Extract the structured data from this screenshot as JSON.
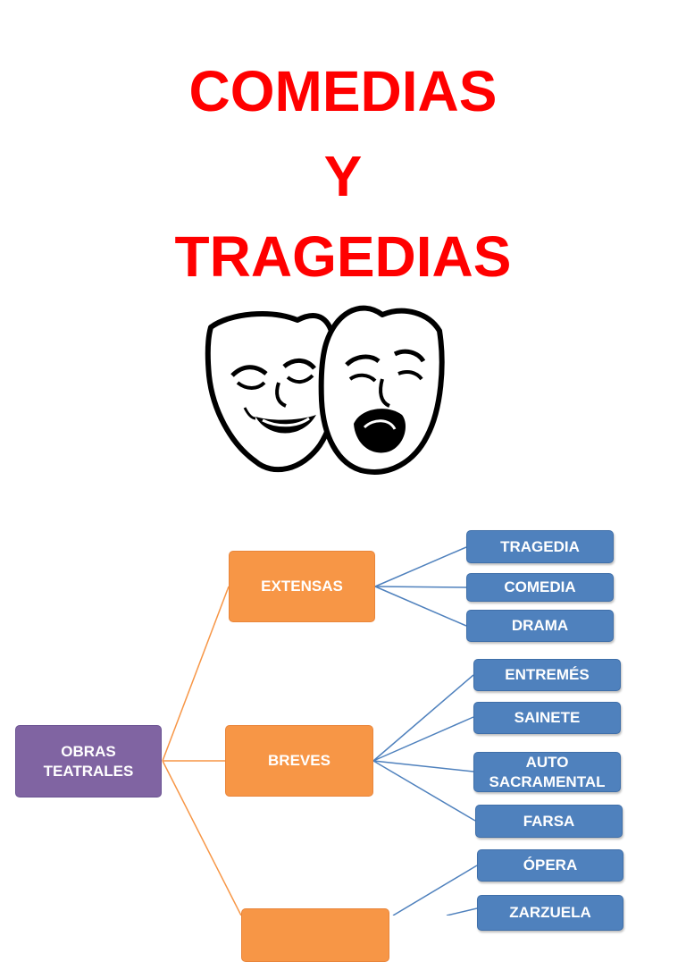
{
  "title": {
    "line1": "COMEDIAS",
    "line2": "Y",
    "line3": "TRAGEDIAS"
  },
  "image": {
    "icon": "theater-masks-icon"
  },
  "colors": {
    "title": "#ff0000",
    "root": "#8064a2",
    "category": "#f79646",
    "leaf": "#4f81bd",
    "root_lines": "#f79646",
    "leaf_lines": "#4f81bd"
  },
  "diagram": {
    "root": {
      "label_line1": "OBRAS",
      "label_line2": "TEATRALES"
    },
    "categories": [
      {
        "label": "EXTENSAS",
        "items": [
          "TRAGEDIA",
          "COMEDIA",
          "DRAMA"
        ]
      },
      {
        "label": "BREVES",
        "items": [
          "ENTREMÉS",
          "SAINETE",
          "AUTO SACRAMENTAL",
          "FARSA"
        ]
      },
      {
        "label": "",
        "items": [
          "ÓPERA",
          "ZARZUELA"
        ]
      }
    ],
    "auto_line1": "AUTO",
    "auto_line2": "SACRAMENTAL"
  }
}
